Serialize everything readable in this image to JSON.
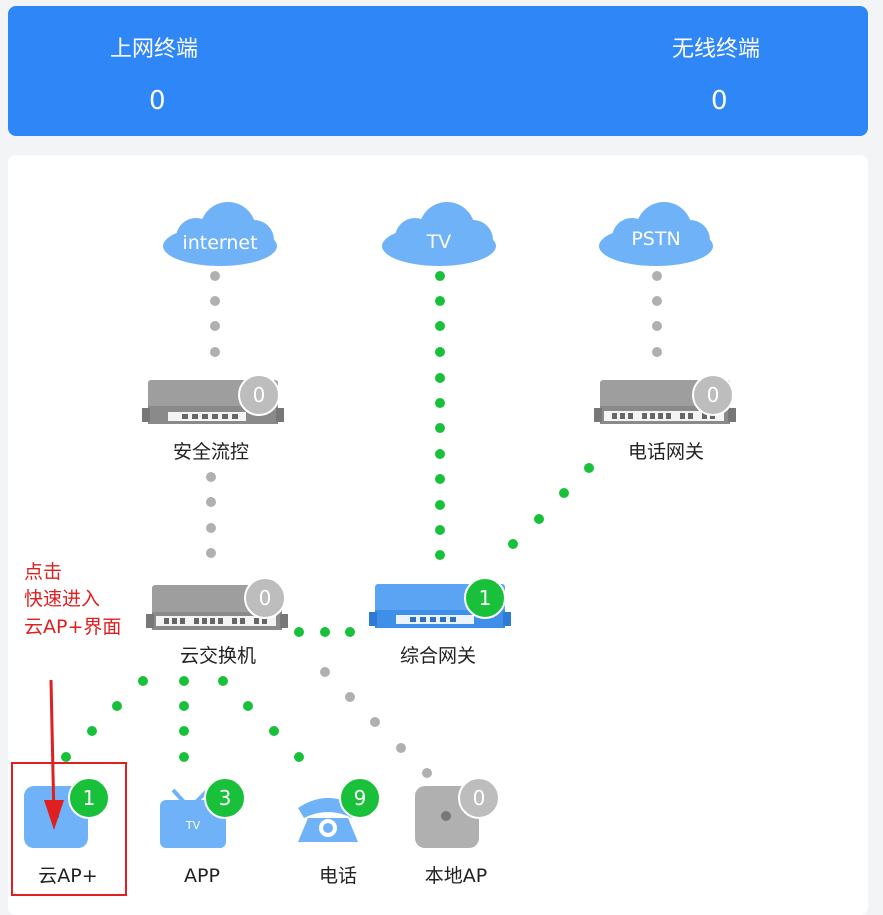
{
  "stats": {
    "online_label": "上网终端",
    "online_value": "0",
    "wireless_label": "无线终端",
    "wireless_value": "0"
  },
  "clouds": {
    "internet": "internet",
    "tv": "TV",
    "pstn": "PSTN"
  },
  "devices": {
    "security": {
      "label": "安全流控",
      "count": "0"
    },
    "phone_gateway": {
      "label": "电话网关",
      "count": "0"
    },
    "cloud_switch": {
      "label": "云交换机",
      "count": "0"
    },
    "gateway": {
      "label": "综合网关",
      "count": "1"
    },
    "cloud_ap": {
      "label": "云AP+",
      "count": "1"
    },
    "app": {
      "label": "APP",
      "count": "3",
      "screen_text": "TV"
    },
    "phone": {
      "label": "电话",
      "count": "9"
    },
    "local_ap": {
      "label": "本地AP",
      "count": "0"
    }
  },
  "annotation": {
    "line1": "点击",
    "line2": "快速进入",
    "line3": "云AP+界面"
  },
  "colors": {
    "header": "#2f86f6",
    "cloud": "#6fb2f8",
    "green": "#19c03a",
    "gray": "#b0b0b0",
    "red": "#e02020"
  }
}
